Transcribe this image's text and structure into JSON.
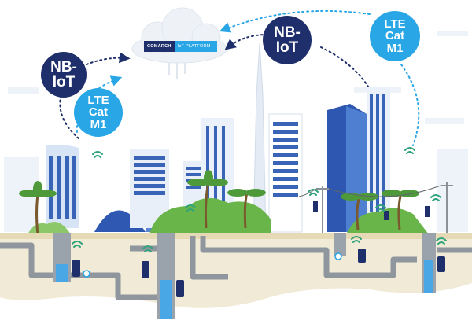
{
  "cloud": {
    "brand": "COMARCH",
    "platform": "IoT PLATFORM"
  },
  "badges": {
    "nb_iot_left": [
      "NB-",
      "IoT"
    ],
    "lte_left": [
      "LTE",
      "Cat",
      "M1"
    ],
    "nb_iot_right": [
      "NB-",
      "IoT"
    ],
    "lte_right": [
      "LTE",
      "Cat",
      "M1"
    ]
  },
  "colors": {
    "navy": "#1f2f6b",
    "accent_blue": "#29a6e6",
    "building_blue": "#3a64b8",
    "building_light": "#cfe0f5",
    "ground": "#f1ead7",
    "pipe": "#8f969e",
    "greenery": "#6ab54a",
    "wifi_green": "#2fa37a"
  },
  "icons": [
    "cloud-icon",
    "wifi-signal-icon",
    "water-meter-icon",
    "palm-tree-icon",
    "power-pole-icon"
  ]
}
